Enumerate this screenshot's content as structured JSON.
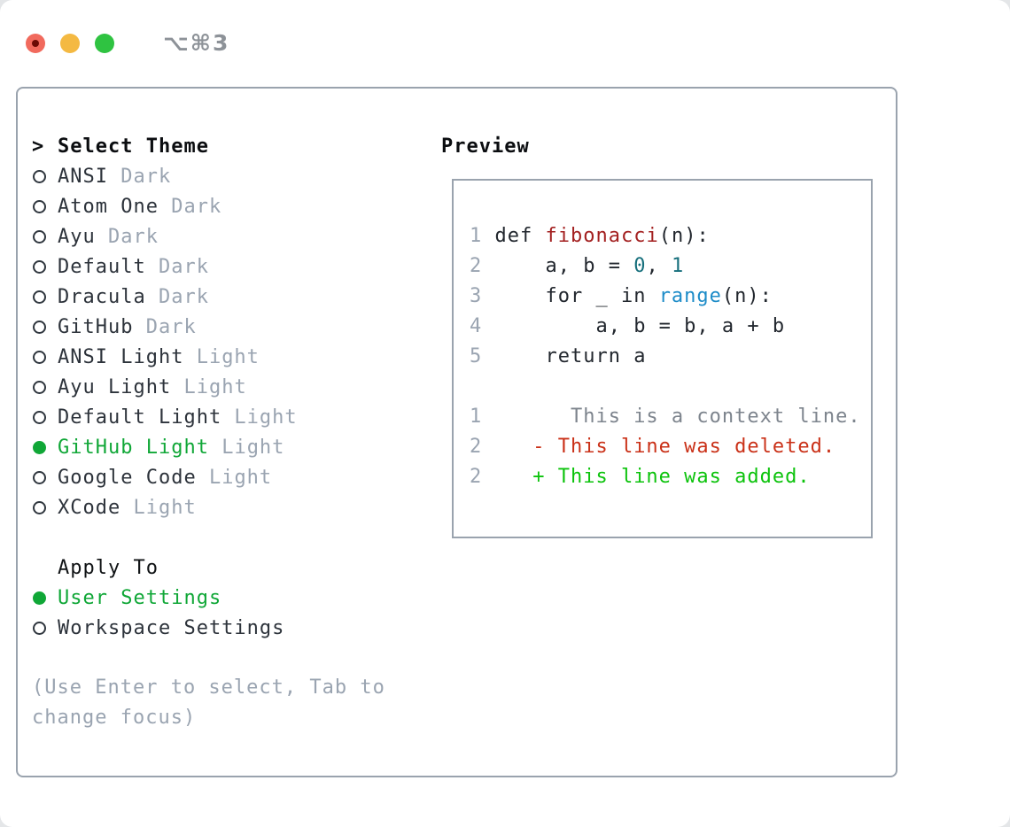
{
  "window": {
    "title": "⌥⌘3"
  },
  "theme_picker": {
    "prompt": ">",
    "title": "Select Theme",
    "items": [
      {
        "label": "ANSI",
        "variant": "Dark",
        "selected": false
      },
      {
        "label": "Atom One",
        "variant": "Dark",
        "selected": false
      },
      {
        "label": "Ayu",
        "variant": "Dark",
        "selected": false
      },
      {
        "label": "Default",
        "variant": "Dark",
        "selected": false
      },
      {
        "label": "Dracula",
        "variant": "Dark",
        "selected": false
      },
      {
        "label": "GitHub",
        "variant": "Dark",
        "selected": false
      },
      {
        "label": "ANSI Light",
        "variant": "Light",
        "selected": false
      },
      {
        "label": "Ayu Light",
        "variant": "Light",
        "selected": false
      },
      {
        "label": "Default Light",
        "variant": "Light",
        "selected": false
      },
      {
        "label": "GitHub Light",
        "variant": "Light",
        "selected": true
      },
      {
        "label": "Google Code",
        "variant": "Light",
        "selected": false
      },
      {
        "label": "XCode",
        "variant": "Light",
        "selected": false
      }
    ],
    "apply_to": {
      "title": "Apply To",
      "options": [
        {
          "label": "User Settings",
          "selected": true
        },
        {
          "label": "Workspace Settings",
          "selected": false
        }
      ]
    },
    "hint_lines": [
      "(Use Enter to select, Tab to",
      "change focus)"
    ]
  },
  "preview": {
    "title": "Preview",
    "lines": [
      [
        {
          "t": "1",
          "c": "ln"
        },
        {
          "t": " def ",
          "c": "pl"
        },
        {
          "t": "fibonacci",
          "c": "fn"
        },
        {
          "t": "(n):",
          "c": "pl"
        }
      ],
      [
        {
          "t": "2",
          "c": "ln"
        },
        {
          "t": "     a, b = ",
          "c": "pl"
        },
        {
          "t": "0",
          "c": "nm"
        },
        {
          "t": ", ",
          "c": "pl"
        },
        {
          "t": "1",
          "c": "nm"
        }
      ],
      [
        {
          "t": "3",
          "c": "ln"
        },
        {
          "t": "     for _ in ",
          "c": "pl"
        },
        {
          "t": "range",
          "c": "bi"
        },
        {
          "t": "(n):",
          "c": "pl"
        }
      ],
      [
        {
          "t": "4",
          "c": "ln"
        },
        {
          "t": "         a, b = b, a + b",
          "c": "pl"
        }
      ],
      [
        {
          "t": "5",
          "c": "ln"
        },
        {
          "t": "     return a",
          "c": "pl"
        }
      ],
      [],
      [
        {
          "t": "1",
          "c": "ln"
        },
        {
          "t": "       This is a context line.",
          "c": "ctx"
        }
      ],
      [
        {
          "t": "2",
          "c": "ln"
        },
        {
          "t": "    - This line was deleted.",
          "c": "del"
        }
      ],
      [
        {
          "t": "2",
          "c": "ln"
        },
        {
          "t": "    + This line was added.",
          "c": "add"
        }
      ]
    ]
  },
  "colors": {
    "green": "#10a737",
    "added": "#0cc30c",
    "deleted": "#ca3118",
    "func_red": "#a32020",
    "call_blue": "#1d8cc8",
    "num_teal": "#166f7c",
    "muted": "#9aa4b1",
    "context": "#7d848d",
    "text": "#22272e",
    "border": "#9aa3ae",
    "title": "#8d9298",
    "tl_red": "#f16a5d",
    "tl_red_dot": "#6b0b05",
    "tl_yellow": "#f4b942",
    "tl_green": "#2fc341"
  }
}
